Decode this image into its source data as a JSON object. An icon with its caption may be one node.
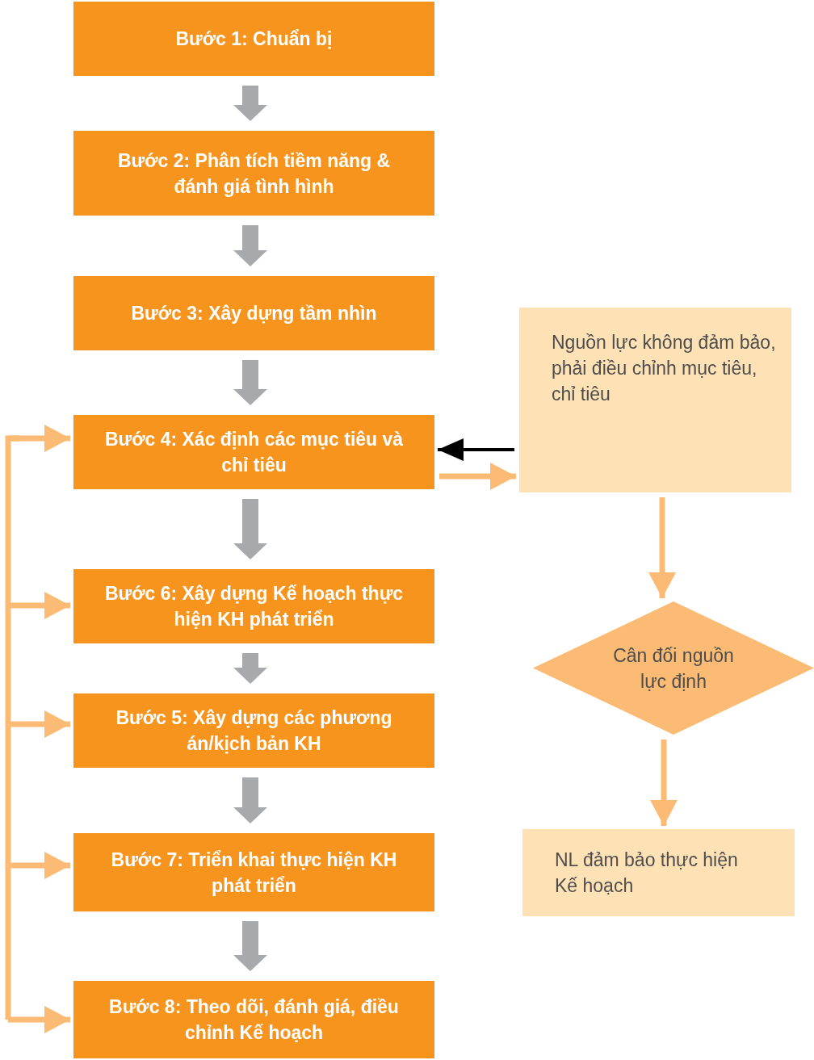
{
  "diagram": {
    "nodes": [
      {
        "text": [
          "Bước 1: Chuẩn bị"
        ]
      },
      {
        "text": [
          "Bước 2: Phân tích tiềm năng & đánh giá tình hình"
        ]
      },
      {
        "text": [
          "Bước 3: Xây dựng tầm nhìn"
        ]
      },
      {
        "text": [
          "Bước 4: Xác định các mục tiêu và chỉ tiêu"
        ]
      },
      {
        "text": [
          "Bước 6: Xây dựng Kế hoạch thực hiện KH phát triển"
        ]
      },
      {
        "text": [
          "Bước 5: Xây dựng các phương án/kịch bản KH"
        ]
      },
      {
        "text": [
          "Bước 7: Triển khai thực hiện KH phát triển"
        ]
      },
      {
        "text": [
          "Bước 8: Theo dõi, đánh giá, điều chỉnh Kế hoạch"
        ]
      },
      {
        "text": [
          "Nguồn lực không đảm bảo, phải điều chỉnh mục tiêu, chỉ tiêu"
        ]
      },
      {
        "text": [
          "Cân đối nguồn lực định"
        ]
      },
      {
        "text": [
          "NL đảm bảo thực hiện Kế hoạch"
        ]
      }
    ],
    "edges": [
      {
        "from": 0,
        "to": 1,
        "arrow": "to",
        "style": "thick",
        "color": "#a7a9ac"
      },
      {
        "from": 1,
        "to": 2,
        "arrow": "to",
        "style": "thick",
        "color": "#a7a9ac"
      },
      {
        "from": 2,
        "to": 3,
        "arrow": "to",
        "style": "thick",
        "color": "#a7a9ac"
      },
      {
        "from": 3,
        "to": 4,
        "arrow": "to",
        "style": "thick",
        "color": "#a7a9ac"
      },
      {
        "from": 4,
        "to": 5,
        "arrow": "to",
        "style": "thick",
        "color": "#a7a9ac"
      },
      {
        "from": 5,
        "to": 6,
        "arrow": "to",
        "style": "thick",
        "color": "#a7a9ac"
      },
      {
        "from": 6,
        "to": 7,
        "arrow": "to",
        "style": "thick",
        "color": "#a7a9ac"
      },
      {
        "from": 3,
        "to": 8,
        "arrow": "to"
      },
      {
        "from": 8,
        "to": 3,
        "arrow": "to",
        "color": "#000000"
      },
      {
        "from": 8,
        "to": 9,
        "arrow": "to"
      },
      {
        "from": 9,
        "to": 10,
        "arrow": "to"
      },
      {
        "from": null,
        "to": 3,
        "arrow": "to"
      },
      {
        "from": null,
        "to": 4,
        "arrow": "to"
      },
      {
        "from": null,
        "to": 5,
        "arrow": "to"
      },
      {
        "from": null,
        "to": 6,
        "arrow": "to"
      },
      {
        "from": null,
        "to": 7,
        "arrow": "to"
      }
    ]
  }
}
